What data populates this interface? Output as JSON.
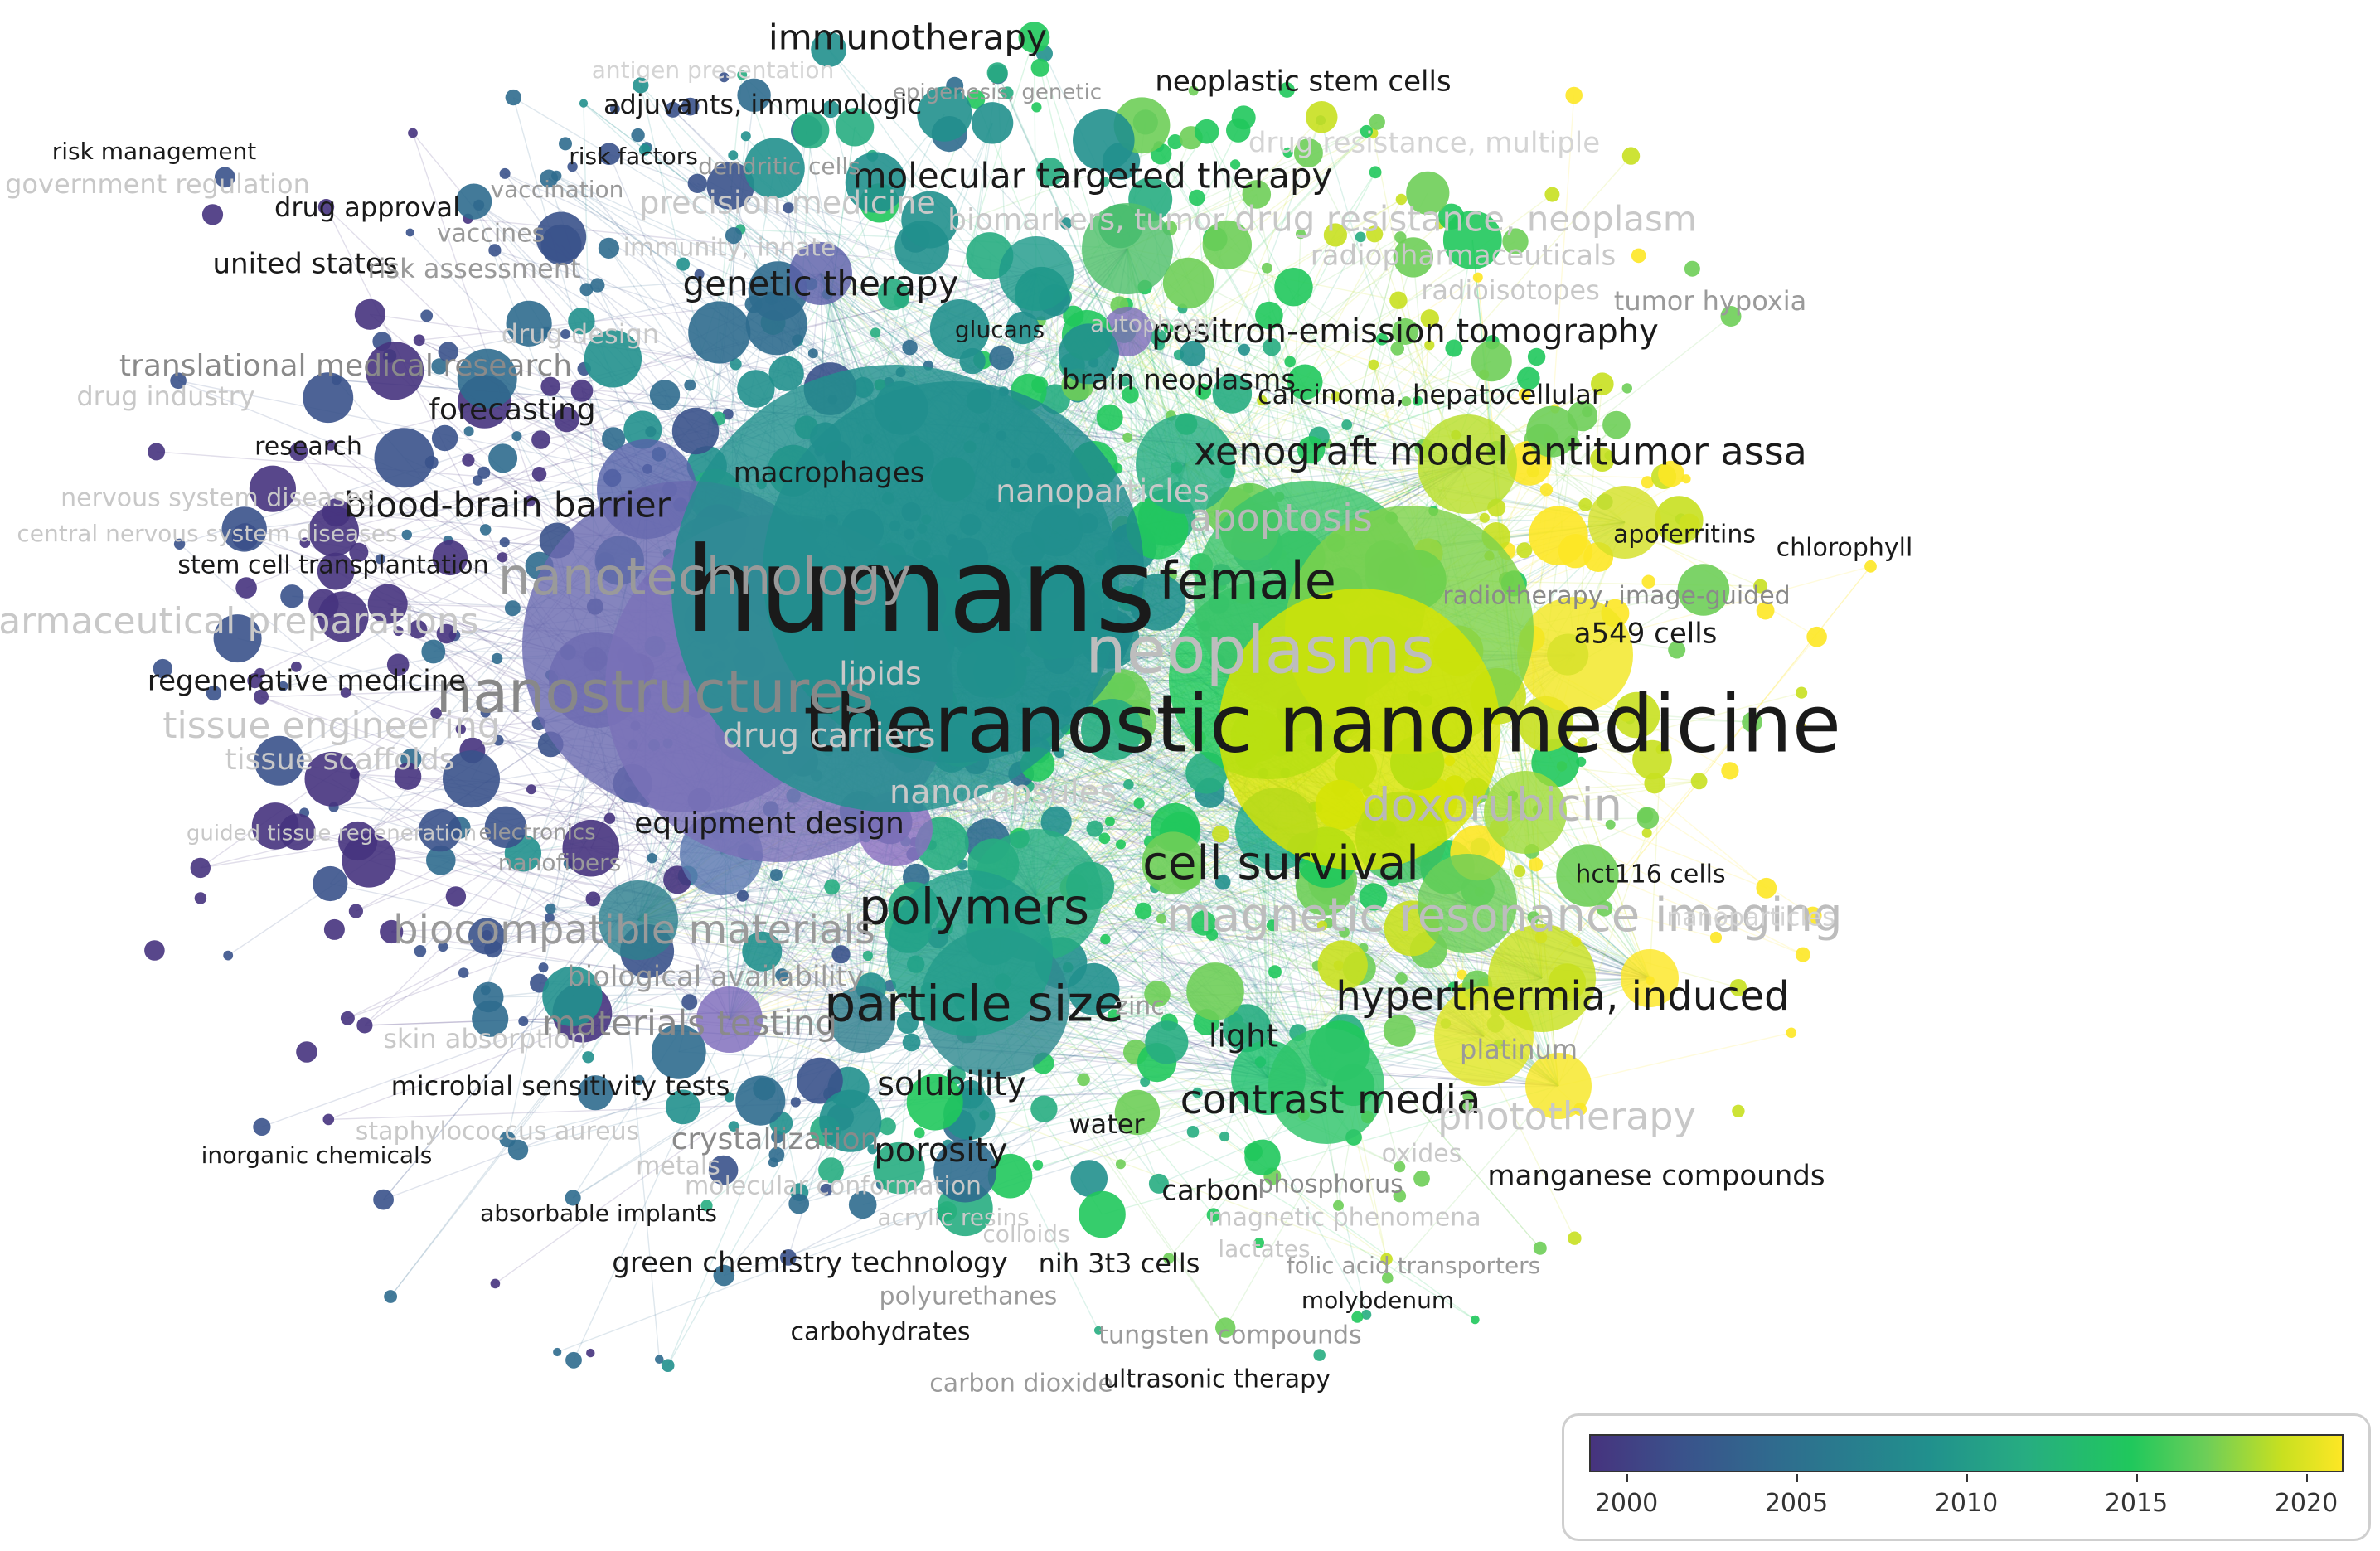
{
  "network": {
    "labels": [
      {
        "id": "humans",
        "text": "humans",
        "color": "#1a1a1a"
      },
      {
        "id": "theranostic",
        "text": "theranostic nanomedicine",
        "color": "#1a1a1a"
      },
      {
        "id": "nanostructures",
        "text": "nanostructures",
        "color": "#888888"
      },
      {
        "id": "neoplasms",
        "text": "neoplasms",
        "color": "#bdbdbd"
      },
      {
        "id": "female",
        "text": "female",
        "color": "#1a1a1a"
      },
      {
        "id": "nanotechnology",
        "text": "nanotechnology",
        "color": "#9a9a9a"
      },
      {
        "id": "particle-size",
        "text": "particle size",
        "color": "#1a1a1a"
      },
      {
        "id": "polymers",
        "text": "polymers",
        "color": "#1a1a1a"
      },
      {
        "id": "cell-survival",
        "text": "cell survival",
        "color": "#1a1a1a"
      },
      {
        "id": "xenograft",
        "text": "xenograft model antitumor assa",
        "color": "#1a1a1a"
      },
      {
        "id": "hyperthermia",
        "text": "hyperthermia, induced",
        "color": "#1a1a1a"
      },
      {
        "id": "contrast-media",
        "text": "contrast media",
        "color": "#1a1a1a"
      },
      {
        "id": "biocompatible",
        "text": "biocompatible materials",
        "color": "#9a9a9a"
      },
      {
        "id": "doxorubicin",
        "text": "doxorubicin",
        "color": "#b8b8b8"
      },
      {
        "id": "mri",
        "text": "magnetic resonance imaging",
        "color": "#bdbdbd"
      },
      {
        "id": "molecular-targeted",
        "text": "molecular targeted therapy",
        "color": "#1a1a1a"
      },
      {
        "id": "immunotherapy",
        "text": "immunotherapy",
        "color": "#1a1a1a"
      },
      {
        "id": "genetic-therapy",
        "text": "genetic therapy",
        "color": "#1a1a1a"
      },
      {
        "id": "positron",
        "text": "positron-emission tomography",
        "color": "#1a1a1a"
      },
      {
        "id": "apoptosis",
        "text": "apoptosis",
        "color": "#b8b8b8"
      },
      {
        "id": "blood-brain",
        "text": "blood-brain barrier",
        "color": "#1a1a1a"
      },
      {
        "id": "regenerative",
        "text": "regenerative medicine",
        "color": "#1a1a1a"
      },
      {
        "id": "stem-cell-tx",
        "text": "stem cell transplantation",
        "color": "#1a1a1a"
      },
      {
        "id": "macrophages",
        "text": "macrophages",
        "color": "#1a1a1a"
      },
      {
        "id": "equipment-design",
        "text": "equipment design",
        "color": "#1a1a1a"
      },
      {
        "id": "solubility",
        "text": "solubility",
        "color": "#1a1a1a"
      },
      {
        "id": "porosity",
        "text": "porosity",
        "color": "#1a1a1a"
      },
      {
        "id": "brain-neoplasms",
        "text": "brain neoplasms",
        "color": "#1a1a1a"
      },
      {
        "id": "carcinoma-hep",
        "text": "carcinoma, hepatocellular",
        "color": "#1a1a1a"
      },
      {
        "id": "neoplastic-stem",
        "text": "neoplastic stem cells",
        "color": "#1a1a1a"
      },
      {
        "id": "adjuvants",
        "text": "adjuvants, immunologic",
        "color": "#1a1a1a"
      },
      {
        "id": "risk-management",
        "text": "risk management",
        "color": "#1a1a1a"
      },
      {
        "id": "government-regulation",
        "text": "government regulation",
        "color": "#c8c8c8"
      },
      {
        "id": "drug-approval",
        "text": "drug approval",
        "color": "#1a1a1a"
      },
      {
        "id": "united-states",
        "text": "united states",
        "color": "#1a1a1a"
      },
      {
        "id": "risk-factors",
        "text": "risk factors",
        "color": "#1a1a1a"
      },
      {
        "id": "vaccination",
        "text": "vaccination",
        "color": "#9a9a9a"
      },
      {
        "id": "vaccines",
        "text": "vaccines",
        "color": "#9a9a9a"
      },
      {
        "id": "risk-assessment",
        "text": "risk assessment",
        "color": "#9a9a9a"
      },
      {
        "id": "translational",
        "text": "translational medical research",
        "color": "#8a8a8a"
      },
      {
        "id": "drug-industry",
        "text": "drug industry",
        "color": "#c8c8c8"
      },
      {
        "id": "forecasting",
        "text": "forecasting",
        "color": "#1a1a1a"
      },
      {
        "id": "research",
        "text": "research",
        "color": "#1a1a1a"
      },
      {
        "id": "nervous-system",
        "text": "nervous system diseases",
        "color": "#c8c8c8"
      },
      {
        "id": "cns-diseases",
        "text": "central nervous system diseases",
        "color": "#c8c8c8"
      },
      {
        "id": "pharmaceutical",
        "text": "pharmaceutical preparations",
        "color": "#c8c8c8"
      },
      {
        "id": "tissue-engineering",
        "text": "tissue engineering",
        "color": "#c8c8c8"
      },
      {
        "id": "tissue-scaffolds",
        "text": "tissue scaffolds",
        "color": "#c8c8c8"
      },
      {
        "id": "guided-tissue",
        "text": "guided tissue regeneration",
        "color": "#c8c8c8"
      },
      {
        "id": "electronics",
        "text": "electronics",
        "color": "#9a9a9a"
      },
      {
        "id": "nanofibers",
        "text": "nanofibers",
        "color": "#9a9a9a"
      },
      {
        "id": "biological-availability",
        "text": "biological availability",
        "color": "#9a9a9a"
      },
      {
        "id": "materials-testing",
        "text": "materials testing",
        "color": "#8a8a8a"
      },
      {
        "id": "skin-absorption",
        "text": "skin absorption",
        "color": "#c8c8c8"
      },
      {
        "id": "microbial",
        "text": "microbial sensitivity tests",
        "color": "#1a1a1a"
      },
      {
        "id": "staphylococcus",
        "text": "staphylococcus aureus",
        "color": "#c8c8c8"
      },
      {
        "id": "crystallization",
        "text": "crystallization",
        "color": "#8a8a8a"
      },
      {
        "id": "inorganic",
        "text": "inorganic chemicals",
        "color": "#1a1a1a"
      },
      {
        "id": "metals",
        "text": "metals",
        "color": "#c8c8c8"
      },
      {
        "id": "molecular-conformation",
        "text": "molecular conformation",
        "color": "#c8c8c8"
      },
      {
        "id": "absorbable",
        "text": "absorbable implants",
        "color": "#1a1a1a"
      },
      {
        "id": "acrylic-resins",
        "text": "acrylic resins",
        "color": "#c8c8c8"
      },
      {
        "id": "green-chemistry",
        "text": "green chemistry technology",
        "color": "#1a1a1a"
      },
      {
        "id": "colloids",
        "text": "colloids",
        "color": "#c8c8c8"
      },
      {
        "id": "nih3t3",
        "text": "nih 3t3 cells",
        "color": "#1a1a1a"
      },
      {
        "id": "polyurethanes",
        "text": "polyurethanes",
        "color": "#9a9a9a"
      },
      {
        "id": "carbohydrates",
        "text": "carbohydrates",
        "color": "#1a1a1a"
      },
      {
        "id": "carbon-dioxide",
        "text": "carbon dioxide",
        "color": "#9a9a9a"
      },
      {
        "id": "ultrasonic",
        "text": "ultrasonic therapy",
        "color": "#1a1a1a"
      },
      {
        "id": "tungsten",
        "text": "tungsten compounds",
        "color": "#9a9a9a"
      },
      {
        "id": "molybdenum",
        "text": "molybdenum",
        "color": "#1a1a1a"
      },
      {
        "id": "folic-acid",
        "text": "folic acid transporters",
        "color": "#9a9a9a"
      },
      {
        "id": "lactates",
        "text": "lactates",
        "color": "#c8c8c8"
      },
      {
        "id": "magnetic-phenomena",
        "text": "magnetic phenomena",
        "color": "#c8c8c8"
      },
      {
        "id": "phosphorus",
        "text": "phosphorus",
        "color": "#8a8a8a"
      },
      {
        "id": "carbon",
        "text": "carbon",
        "color": "#1a1a1a"
      },
      {
        "id": "water",
        "text": "water",
        "color": "#1a1a1a"
      },
      {
        "id": "light",
        "text": "light",
        "color": "#1a1a1a"
      },
      {
        "id": "zinc",
        "text": "zinc",
        "color": "#9a9a9a"
      },
      {
        "id": "platinum",
        "text": "platinum",
        "color": "#9a9a9a"
      },
      {
        "id": "oxides",
        "text": "oxides",
        "color": "#c8c8c8"
      },
      {
        "id": "phototherapy",
        "text": "phototherapy",
        "color": "#c8c8c8"
      },
      {
        "id": "manganese",
        "text": "manganese compounds",
        "color": "#1a1a1a"
      },
      {
        "id": "hct116",
        "text": "hct116 cells",
        "color": "#1a1a1a"
      },
      {
        "id": "a549",
        "text": "a549 cells",
        "color": "#1a1a1a"
      },
      {
        "id": "radiotherapy",
        "text": "radiotherapy, image-guided",
        "color": "#8a8a8a"
      },
      {
        "id": "chlorophyll",
        "text": "chlorophyll",
        "color": "#1a1a1a"
      },
      {
        "id": "apoferritins",
        "text": "apoferritins",
        "color": "#1a1a1a"
      },
      {
        "id": "tumor-hypoxia",
        "text": "tumor hypoxia",
        "color": "#9a9a9a"
      },
      {
        "id": "radioisotopes",
        "text": "radioisotopes",
        "color": "#c8c8c8"
      },
      {
        "id": "biomarkers",
        "text": "biomarkers, tumor",
        "color": "#c8c8c8"
      },
      {
        "id": "drug-resistance",
        "text": "drug resistance, neoplasm",
        "color": "#c8c8c8"
      },
      {
        "id": "drug-resistance-multiple",
        "text": "drug resistance, multiple",
        "color": "#d4d4d4"
      },
      {
        "id": "glucans",
        "text": "glucans",
        "color": "#1a1a1a"
      },
      {
        "id": "dendritic",
        "text": "dendritic cells",
        "color": "#9a9a9a"
      },
      {
        "id": "antigens",
        "text": "antigen presentation",
        "color": "#d4d4d4"
      },
      {
        "id": "epigenesis",
        "text": "epigenesis, genetic",
        "color": "#9a9a9a"
      },
      {
        "id": "precision-medicine",
        "text": "precision medicine",
        "color": "#c8c8c8"
      },
      {
        "id": "immunity",
        "text": "immunity, innate",
        "color": "#c8c8c8"
      },
      {
        "id": "drug-design",
        "text": "drug design",
        "color": "#c8c8c8"
      },
      {
        "id": "autophagy",
        "text": "autophagy",
        "color": "#c8c8c8"
      },
      {
        "id": "lipids",
        "text": "lipids",
        "color": "#c8c8c8"
      },
      {
        "id": "nanocapsules",
        "text": "nanocapsules",
        "color": "#c8c8c8"
      },
      {
        "id": "carriers",
        "text": "drug carriers",
        "color": "#c8c8c8"
      },
      {
        "id": "nanoparticles",
        "text": "nanoparticles",
        "color": "#c8c8c8"
      },
      {
        "id": "radiopharmaceuticals",
        "text": "radiopharmaceuticals",
        "color": "#c8c8c8"
      },
      {
        "id": "hyperthermia-mag",
        "text": "nanoparticles",
        "color": "#d4d4d4"
      }
    ]
  },
  "legend": {
    "ticks": [
      "2000",
      "2005",
      "2010",
      "2015",
      "2020"
    ],
    "colors": [
      "#46337e",
      "#3a528b",
      "#2f6c8e",
      "#21908d",
      "#27ad81",
      "#20c85c",
      "#6ece58",
      "#c8e020",
      "#fde725"
    ]
  }
}
